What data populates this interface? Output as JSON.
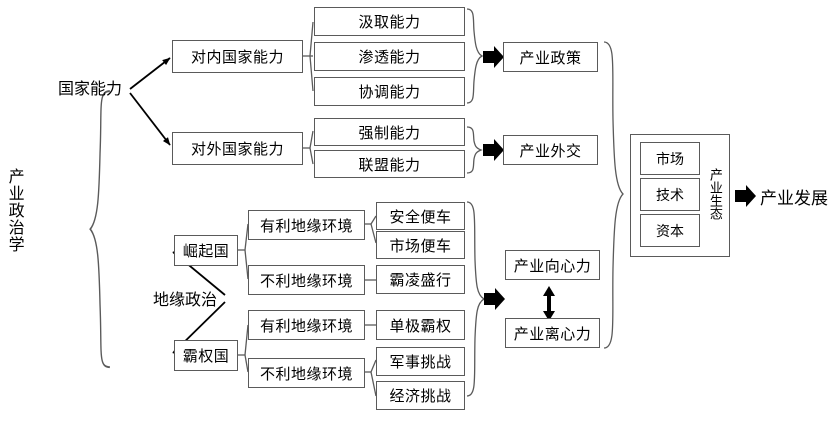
{
  "diagram": {
    "root_label": "产业政治学",
    "branches": [
      {
        "id": "state-capacity",
        "label": "国家能力"
      },
      {
        "id": "geopolitics",
        "label": "地缘政治"
      }
    ],
    "level2": [
      {
        "id": "internal-state-capacity",
        "label": "对内国家能力"
      },
      {
        "id": "external-state-capacity",
        "label": "对外国家能力"
      },
      {
        "id": "rising-power",
        "label": "崛起国"
      },
      {
        "id": "hegemon",
        "label": "霸权国"
      }
    ],
    "level3": [
      {
        "id": "extraction-capacity",
        "label": "汲取能力"
      },
      {
        "id": "penetration-capacity",
        "label": "渗透能力"
      },
      {
        "id": "coordination-capacity",
        "label": "协调能力"
      },
      {
        "id": "coercion-capacity",
        "label": "强制能力"
      },
      {
        "id": "alliance-capacity",
        "label": "联盟能力"
      },
      {
        "id": "favorable-geo-env-rising",
        "label": "有利地缘环境"
      },
      {
        "id": "unfavorable-geo-env-rising",
        "label": "不利地缘环境"
      },
      {
        "id": "favorable-geo-env-hegemon",
        "label": "有利地缘环境"
      },
      {
        "id": "unfavorable-geo-env-hegemon",
        "label": "不利地缘环境"
      }
    ],
    "level4": [
      {
        "id": "security-free-ride",
        "label": "安全便车"
      },
      {
        "id": "market-free-ride",
        "label": "市场便车"
      },
      {
        "id": "bullying-prevails",
        "label": "霸凌盛行"
      },
      {
        "id": "unipolar-hegemony",
        "label": "单极霸权"
      },
      {
        "id": "military-challenge",
        "label": "军事挑战"
      },
      {
        "id": "economic-challenge",
        "label": "经济挑战"
      }
    ],
    "outcomes": [
      {
        "id": "industrial-policy",
        "label": "产业政策"
      },
      {
        "id": "industrial-diplomacy",
        "label": "产业外交"
      },
      {
        "id": "industrial-centripetal-force",
        "label": "产业向心力"
      },
      {
        "id": "industrial-centrifugal-force",
        "label": "产业离心力"
      }
    ],
    "ecosystem": {
      "label": "产业生态",
      "components": [
        {
          "id": "market",
          "label": "市场"
        },
        {
          "id": "technology",
          "label": "技术"
        },
        {
          "id": "capital",
          "label": "资本"
        }
      ]
    },
    "final_outcome": {
      "id": "industrial-development",
      "label": "产业发展"
    },
    "colors": {
      "stroke": "#5a5a5a",
      "text": "#000000",
      "background": "#ffffff",
      "arrow": "#000000"
    }
  }
}
